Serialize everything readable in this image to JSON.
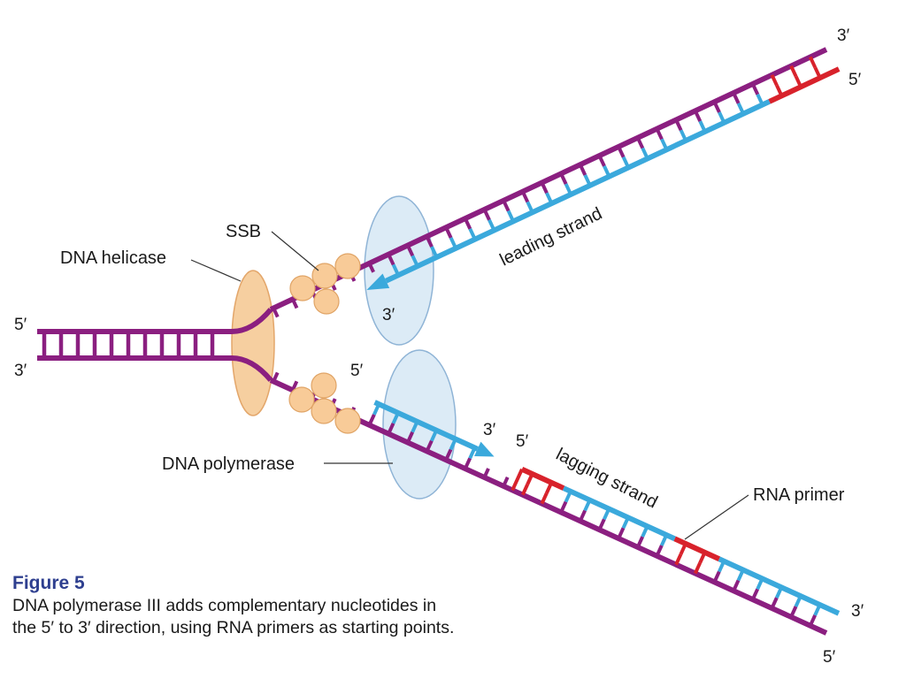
{
  "colors": {
    "parental": "#8b1f80",
    "new_strand": "#3ba9dc",
    "primer": "#d8222b",
    "helicase_fill": "#f6cfa0",
    "helicase_stroke": "#e3a66a",
    "ssb_fill": "#f8cb98",
    "ssb_stroke": "#e0a466",
    "polymerase_fill": "#dcebf6",
    "polymerase_stroke": "#8fb4d6",
    "caption_title": "#2e3f8f"
  },
  "labels": {
    "ssb": "SSB",
    "dna_helicase": "DNA helicase",
    "dna_polymerase": "DNA polymerase",
    "rna_primer": "RNA primer",
    "leading_strand": "leading strand",
    "lagging_strand": "lagging strand"
  },
  "ends": {
    "parent_top_left": "5′",
    "parent_bottom_left": "3′",
    "upper_arm_top": "3′",
    "upper_arm_bottom": "5′",
    "leading_tip": "3′",
    "lagging_start": "5′",
    "lagging_fragment_tip": "3′",
    "okazaki_start": "5′",
    "lower_arm_top": "3′",
    "lower_arm_bottom": "5′"
  },
  "caption": {
    "title": "Figure 5",
    "body": "DNA polymerase III adds complementary nucleotides in the 5′ to 3′ direction, using RNA primers as starting points."
  }
}
